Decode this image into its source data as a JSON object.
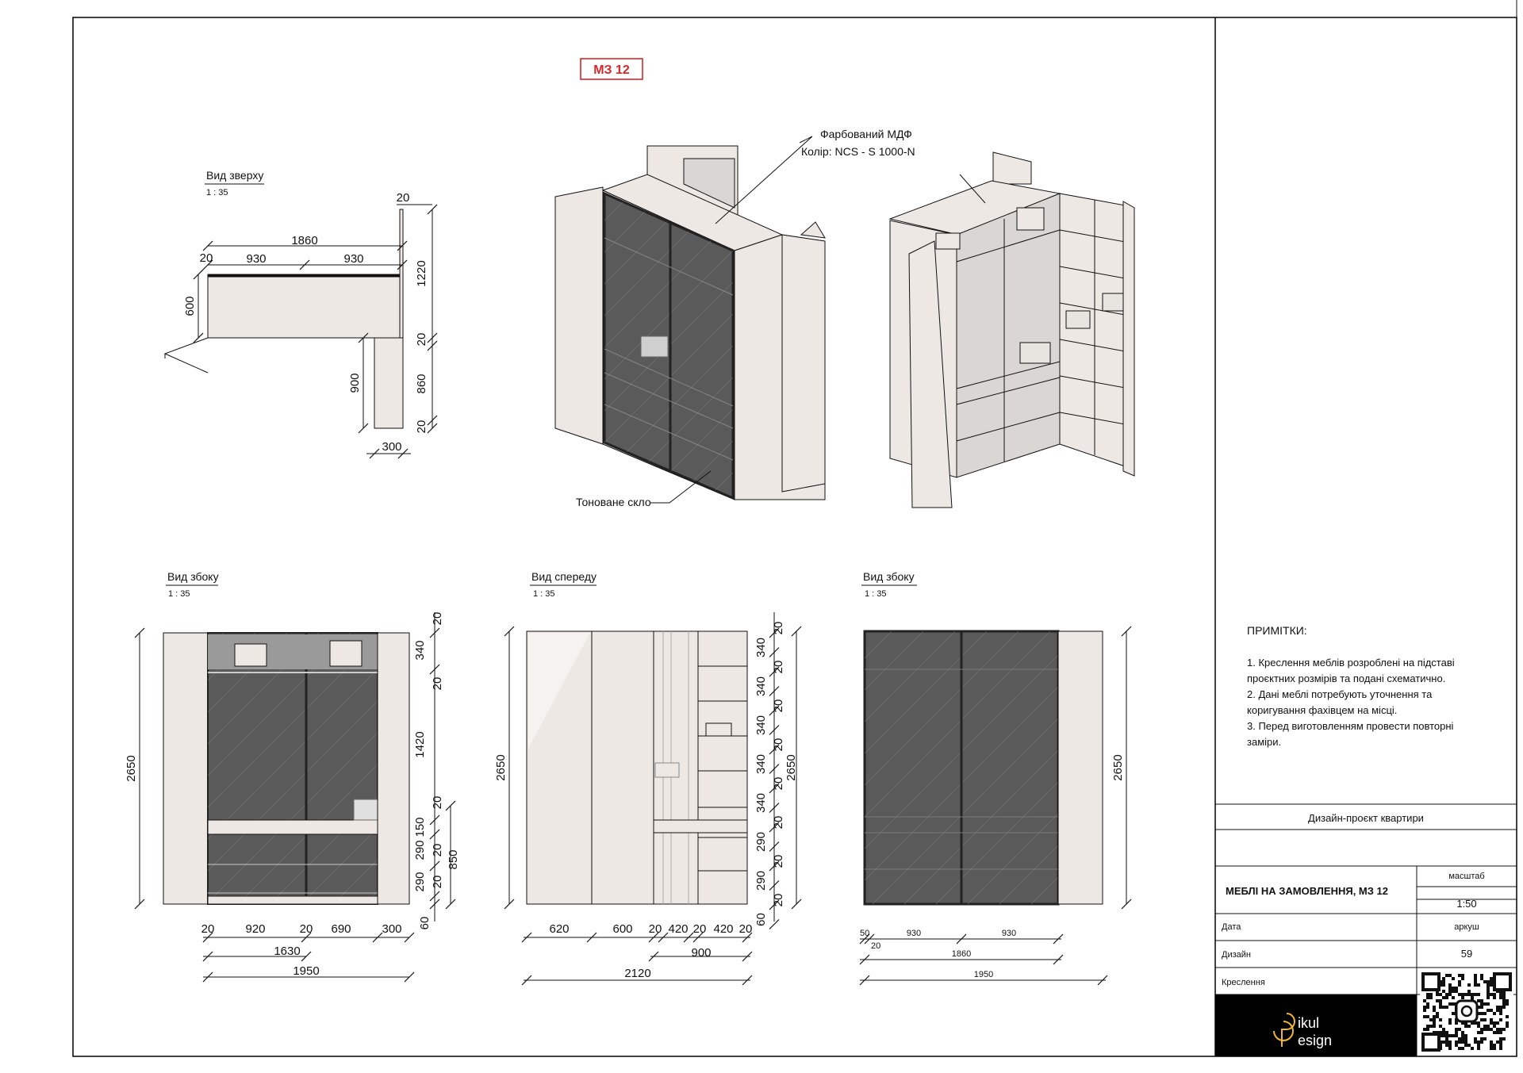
{
  "badge": "МЗ 12",
  "callouts": {
    "mdf_line1": "Фарбований МДФ",
    "mdf_line2": "Колір: NCS - S 1000-N",
    "glass": "Тоноване скло"
  },
  "views": {
    "top": {
      "title": "Вид зверху",
      "scale": "1 : 35"
    },
    "side1": {
      "title": "Вид збоку",
      "scale": "1 : 35"
    },
    "front": {
      "title": "Вид спереду",
      "scale": "1 : 35"
    },
    "side2": {
      "title": "Вид  збоку",
      "scale": "1 : 35"
    }
  },
  "dims": {
    "top": {
      "d20a": "20",
      "d20b": "20",
      "d1860": "1860",
      "d930a": "930",
      "d930b": "930",
      "d600": "600",
      "d1220": "1220",
      "d20c": "20",
      "d900": "900",
      "d860": "860",
      "d20d": "20",
      "d300": "300"
    },
    "side1": {
      "h2650": "2650",
      "r20a": "20",
      "r340": "340",
      "r20b": "20",
      "r1420": "1420",
      "r20c": "20",
      "r150": "150",
      "r290a": "290",
      "r20d": "20",
      "r290b": "290",
      "r20e": "20",
      "r60": "60",
      "r850": "850",
      "b20a": "20",
      "b920": "920",
      "b20b": "20",
      "b690": "690",
      "b300": "300",
      "b1630": "1630",
      "b1950": "1950"
    },
    "front": {
      "h2650": "2650",
      "h2650r": "2650",
      "r": [
        "20",
        "340",
        "20",
        "340",
        "20",
        "340",
        "20",
        "340",
        "20",
        "340",
        "20",
        "290",
        "20",
        "290",
        "20",
        "60"
      ],
      "b620": "620",
      "b600": "600",
      "b20a": "20",
      "b420a": "420",
      "b20b": "20",
      "b420b": "420",
      "b20c": "20",
      "b900": "900",
      "b2120": "2120"
    },
    "side2": {
      "h2650": "2650",
      "b50": "50",
      "b20": "20",
      "b930a": "930",
      "b930b": "930",
      "b1860": "1860",
      "b1950": "1950"
    }
  },
  "notes": {
    "title": "ПРИМІТКИ:",
    "lines": [
      "1. Креслення меблів розроблені на підставі",
      "проєктних розмірів та подані схематично.",
      "2. Дані меблі потребують уточнення та",
      "коригування фахівцем на місці.",
      "3. Перед виготовленням провести повторні",
      "заміри."
    ]
  },
  "title_block": {
    "project": "Дизайн-проєкт квартири",
    "name": "МЕБЛІ НА ЗАМОВЛЕННЯ, МЗ 12",
    "scale_label": "масштаб",
    "scale_value": "1:50",
    "date_label": "Дата",
    "sheet_label": "аркуш",
    "design_label": "Дизайн",
    "sheet_value": "59",
    "drawing_label": "Креслення",
    "logo_line1": "ikul",
    "logo_line2": "esign"
  },
  "colors": {
    "panel": "#ede8e4",
    "glass": "#5a5a5a",
    "glass_dark": "#3c3c3c",
    "interior": "#d9d6d3",
    "frame": "#222222",
    "red": "#d62828",
    "title_black": "#000000"
  }
}
